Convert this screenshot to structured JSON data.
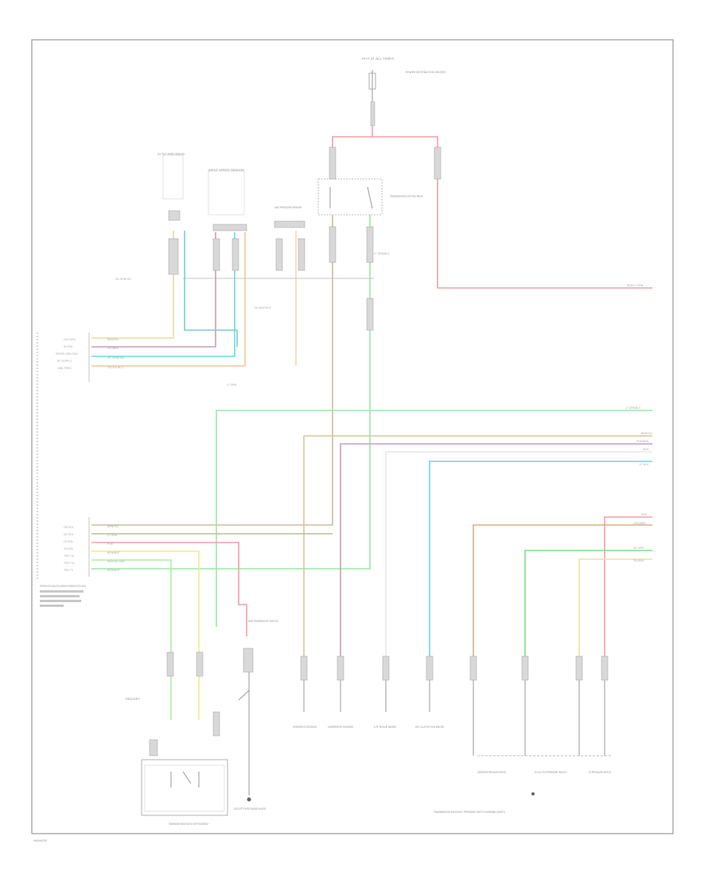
{
  "diagram": {
    "page_id": "W8AM25D",
    "modules": {
      "pcm_label": "POWERTRAIN CONTROL MODULE (PCM) (COMBINED WITH TRANSMISSION CONTROL MODULE)",
      "shifter_label": "TRANSMISSION RANGE SWITCH / SHIFTER ASSEMBLY",
      "transmission_label": "TRANSMISSION SOLENOID / PRESSURE SWITCH ASSEMBLY (BODY)",
      "ground_label": "G102 LEFT FRONT ENGINE CHASSIS"
    },
    "fuse": {
      "label": "HOT AT ALL TIMES",
      "fuse_box_label": "POWER DISTRIBUTION CENTER"
    },
    "relay": {
      "label": "TRANSMISSION CONTROL RELAY"
    },
    "sensors": [
      {
        "id": "output-speed",
        "label": "OUTPUT SPEED SENSOR"
      },
      {
        "id": "input-speed",
        "label": "INPUT SPEED SENSOR"
      },
      {
        "id": "line-pressure",
        "label": "LINE PRESSURE SENSOR"
      },
      {
        "id": "brake-switch",
        "label": "BRAKE TRANSMISSION SHIFT INTERLOCK"
      }
    ],
    "solenoids": [
      {
        "id": "overdrive",
        "label": "OVERDRIVE SOLENOID"
      },
      {
        "id": "underdrive",
        "label": "UNDERDRIVE SOLENOID"
      },
      {
        "id": "lr",
        "label": "LR SOLENOID"
      },
      {
        "id": "2c4c",
        "label": "2/4 CLUTCH SOLENOID"
      }
    ],
    "pressure_switches": [
      {
        "id": "od-ps",
        "label": "OVERDRIVE PRESSURE SWITCH"
      },
      {
        "id": "2c-ps",
        "label": "2/4 CLUTCH PRESSURE SWITCH"
      },
      {
        "id": "lr-ps",
        "label": "LR PRESSURE SWITCH"
      }
    ],
    "pin_labels_top": [
      "OUT SPD",
      "IN SPD",
      "SPEED SEN GND",
      "5V SUPPLY",
      "LINE PRES"
    ],
    "pin_labels_bottom": [
      "OD SOL",
      "UD SOL",
      "LR SOL",
      "2/4 SOL",
      "TRS T41",
      "TRS T42",
      "TRS T3"
    ],
    "wire_tags": [
      "RED/GRY",
      "RED/YEL",
      "VIO/BRN",
      "DK GRN/ORG",
      "YEL/DK BLU",
      "BRN/YEL",
      "LT GRN",
      "PNK",
      "BRN/WHT",
      "WHT/DK GRN",
      "RED/WHT",
      "DK BLU/WHT",
      "LT GRN/BLK",
      "DK GRN/YEL"
    ],
    "right_edge_labels": [
      "RED/LT GRN",
      "LT GRN/BLK",
      "BRN/YEL",
      "PNK/BRN",
      "WHT",
      "LT BLU",
      "RED",
      "ORG/BRN",
      "DK GRN",
      "YEL/BLK"
    ],
    "colors": {
      "red": "#f4a0a8",
      "green": "#9be8a8",
      "tan": "#d8c898",
      "orange": "#f2c89a",
      "blue": "#6bd8e8",
      "violet": "#c8a0b8",
      "yellow": "#f0ec88",
      "gray": "#9a9a9a"
    }
  }
}
